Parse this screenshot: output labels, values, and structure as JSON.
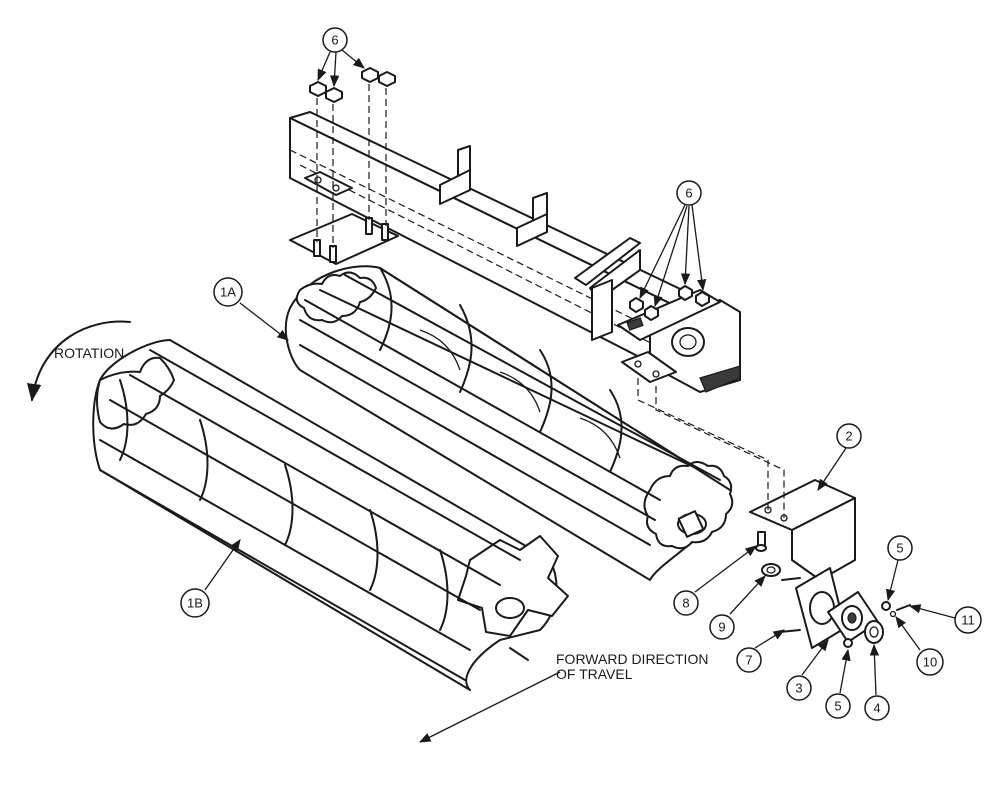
{
  "callouts": {
    "c6_top": "6",
    "c6_right": "6",
    "c1a": "1A",
    "c1b": "1B",
    "c2": "2",
    "c5_top": "5",
    "c5_bottom": "5",
    "c11": "11",
    "c10": "10",
    "c4": "4",
    "c3": "3",
    "c7": "7",
    "c9": "9",
    "c8": "8"
  },
  "labels": {
    "rotation": "ROTATION",
    "forward_line1": "FORWARD DIRECTION",
    "forward_line2": "OF TRAVEL"
  }
}
